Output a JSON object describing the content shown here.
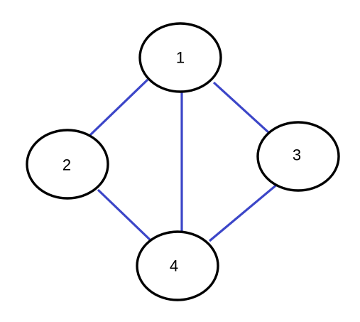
{
  "colors": {
    "edge": "#3c46c8",
    "node_stroke": "#000000",
    "node_fill": "#ffffff",
    "background": "#ffffff",
    "label": "#000000"
  },
  "graph": {
    "nodes": [
      {
        "id": "1",
        "label": "1"
      },
      {
        "id": "2",
        "label": "2"
      },
      {
        "id": "3",
        "label": "3"
      },
      {
        "id": "4",
        "label": "4"
      }
    ],
    "edges": [
      {
        "from": "1",
        "to": "2"
      },
      {
        "from": "1",
        "to": "3"
      },
      {
        "from": "1",
        "to": "4"
      },
      {
        "from": "2",
        "to": "4"
      },
      {
        "from": "3",
        "to": "4"
      }
    ]
  }
}
